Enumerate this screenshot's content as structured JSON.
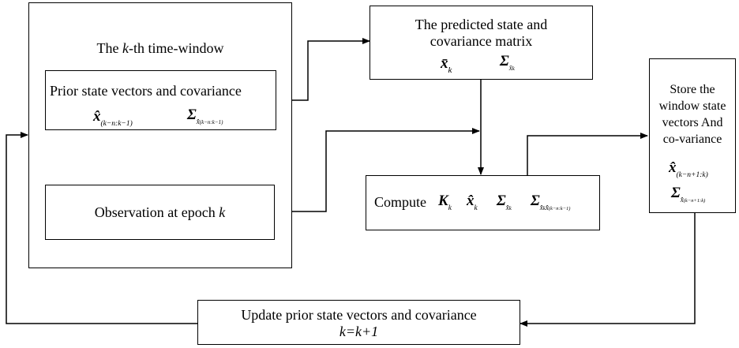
{
  "window_box": {
    "title_pre": "The ",
    "title_var": "k",
    "title_post": "-th time-window"
  },
  "prior_box": {
    "label": "Prior state vectors and covariance",
    "x_hat": "x̂",
    "x_sub": "(k−n:k−1)",
    "sigma": "Σ",
    "sigma_sub": "x̂",
    "sigma_subsub": "(k−n:k−1)"
  },
  "observation_box": {
    "label_pre": "Observation at epoch ",
    "label_var": "k"
  },
  "predicted_box": {
    "line1": "The predicted state and",
    "line2": "covariance matrix",
    "x_bar": "x̄",
    "x_bar_sub": "k",
    "sigma": "Σ",
    "sigma_sub": "x̄",
    "sigma_subsub": "k"
  },
  "compute_box": {
    "label": "Compute",
    "K": "K",
    "K_sub": "k",
    "x_hat": "x̂",
    "x_hat_sub": "k",
    "sigma1": "Σ",
    "sigma1_sub": "x̂",
    "sigma1_subsub": "k",
    "sigma2": "Σ",
    "sigma2_sub": "x̂",
    "sigma2_sub_a": "k",
    "sigma2_sub_b": "x̂",
    "sigma2_subsub": "(k−n:k−1)"
  },
  "store_box": {
    "line1": "Store the",
    "line2": "window state",
    "line3": "vectors And",
    "line4": "co-variance",
    "x_hat": "x̂",
    "x_sub": "(k−n+1:k)",
    "sigma": "Σ",
    "sigma_sub": "x̂",
    "sigma_subsub": "(k−n+1:k)"
  },
  "update_box": {
    "line1": "Update prior state vectors and covariance",
    "line2": "k=k+1"
  },
  "colors": {
    "line": "#000000",
    "background": "#ffffff"
  }
}
